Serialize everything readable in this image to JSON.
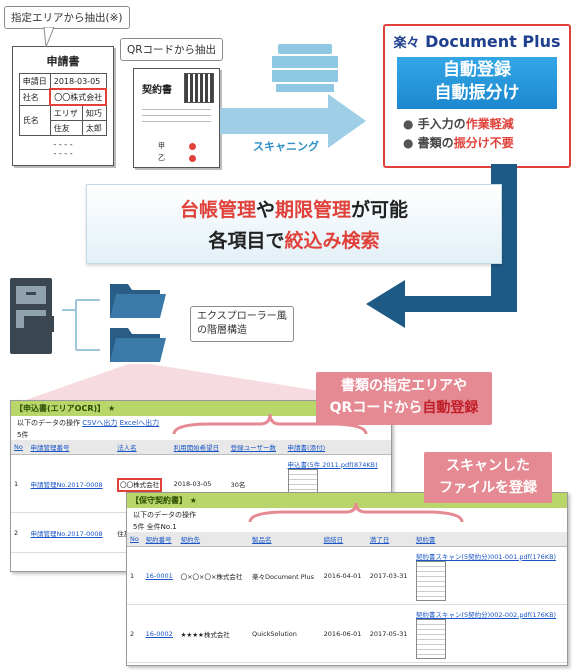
{
  "top": {
    "area_callout": "指定エリアから抽出(※)",
    "qr_callout": "QRコードから抽出",
    "application_form": {
      "title": "申請書",
      "rows": [
        {
          "label": "申請日",
          "value": "2018-03-05"
        },
        {
          "label": "社名",
          "value": "〇〇株式会社"
        },
        {
          "label": "氏名",
          "v1": "エリザ",
          "v2": "知巧",
          "v3": "住友",
          "v4": "太郎"
        }
      ],
      "dashes": "- - - -"
    },
    "contract": {
      "title": "契約書",
      "mark1": "甲",
      "mark2": "乙"
    },
    "scanning_label": "スキャニング",
    "dp": {
      "logo_kanji": "楽々",
      "logo_text": "Document Plus",
      "button_line1": "自動登録",
      "button_line2": "自動振分け",
      "bullet1_pre": "手入力の",
      "bullet1_em": "作業軽減",
      "bullet2_pre": "書類の",
      "bullet2_em": "振分け不要"
    }
  },
  "banner": {
    "l1_a": "台帳管理",
    "l1_b": "や",
    "l1_c": "期限管理",
    "l1_d": "が可能",
    "l2_a": "各項目で",
    "l2_b": "絞込み検索"
  },
  "middle": {
    "explorer_callout_l1": "エクスプローラー風",
    "explorer_callout_l2": "の階層構造"
  },
  "callouts": {
    "auto_l1": "書類の指定エリアや",
    "auto_l2a": "QRコードから",
    "auto_l2b": "自動登録",
    "scan_l1": "スキャンした",
    "scan_l2": "ファイルを登録"
  },
  "panel1": {
    "title": "【申込書(エリアOCR)】",
    "ops_label": "以下のデータの操作",
    "btn_csv": "CSVへ出力",
    "btn_excel": "Excelへ出力",
    "count": "5件",
    "headers": [
      "No",
      "申請管理番号",
      "法人名",
      "利用開始希望日",
      "登録ユーザー数",
      "申請書(添付)"
    ],
    "rows": [
      {
        "no": "1",
        "id": "申請管理No.2017-0008",
        "company": "〇〇株式会社",
        "date": "2018-03-05",
        "users": "30名",
        "file": "申込書(5件 2011.pdf(874KB)"
      },
      {
        "no": "2",
        "id": "申請管理No.2017-0008",
        "company": "住友電工"
      }
    ]
  },
  "panel2": {
    "title": "【保守契約書】",
    "ops_label": "以下のデータの操作",
    "count": "5件 全件No.1",
    "headers": [
      "No",
      "契約番号",
      "契約先",
      "製品名",
      "締結日",
      "満了日",
      "契約書"
    ],
    "rows": [
      {
        "no": "1",
        "id": "16-0001",
        "partner": "〇×〇×〇×株式会社",
        "product": "楽々Document Plus",
        "start": "2016-04-01",
        "end": "2017-03-31",
        "file": "契約書スキャン(5契約分)001-001.pdf(176KB)"
      },
      {
        "no": "2",
        "id": "16-0002",
        "partner": "★★★★株式会社",
        "product": "QuickSolution",
        "start": "2016-06-01",
        "end": "2017-05-31",
        "file": "契約書スキャン(5契約分)002-002.pdf(176KB)"
      }
    ]
  }
}
